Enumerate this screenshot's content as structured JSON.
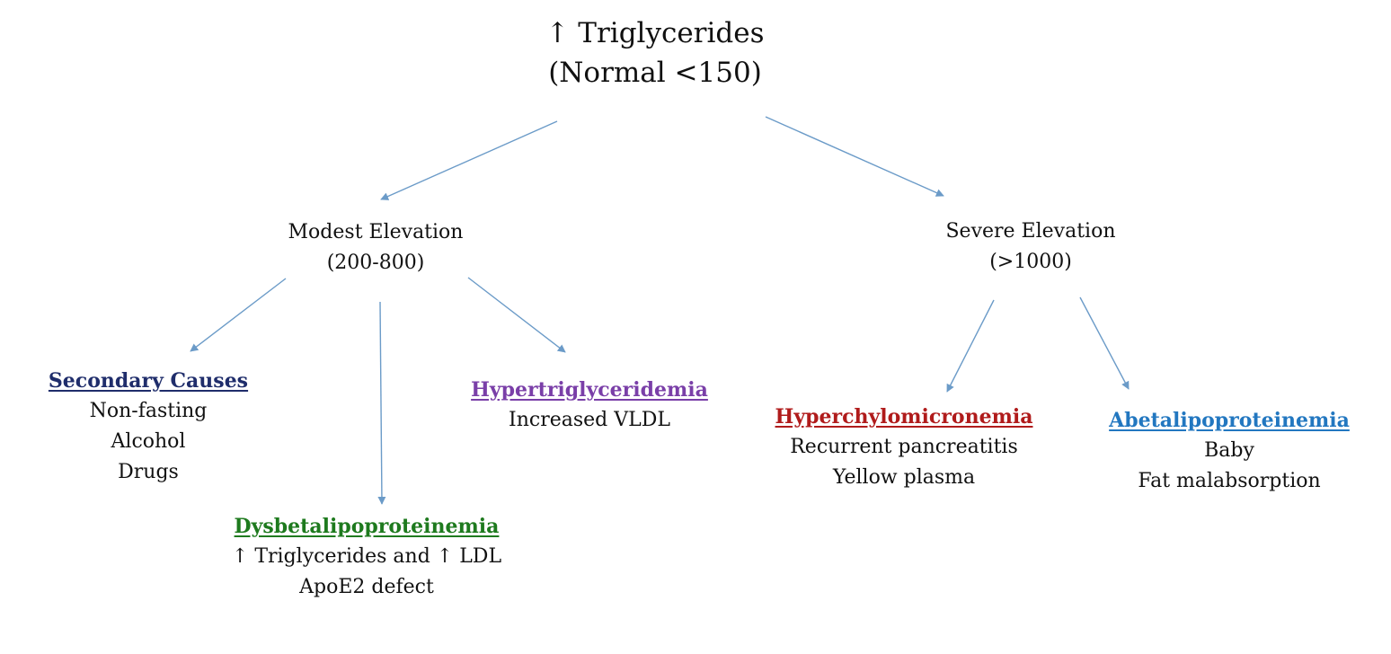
{
  "colors": {
    "arrow": "#6b9bc8",
    "secondary_causes": "#1f2d6b",
    "dysbetalipoproteinemia": "#1e7a1e",
    "hypertriglyceridemia": "#7a3fa8",
    "hyperchylomicronemia": "#b01b1b",
    "abetalipoproteinemia": "#2277c0",
    "text": "#111111"
  },
  "root": {
    "line1": "↑ Triglycerides",
    "line2": "(Normal <150)"
  },
  "modest": {
    "line1": "Modest Elevation",
    "line2": "(200-800)"
  },
  "severe": {
    "line1": "Severe Elevation",
    "line2": "(>1000)"
  },
  "secondary_causes": {
    "title": "Secondary Causes",
    "items": [
      "Non-fasting",
      "Alcohol",
      "Drugs"
    ]
  },
  "dysbetalipoproteinemia": {
    "title": "Dysbetalipoproteinemia",
    "items": [
      "↑ Triglycerides and ↑ LDL",
      "ApoE2 defect"
    ]
  },
  "hypertriglyceridemia": {
    "title": "Hypertriglyceridemia",
    "items": [
      "Increased VLDL"
    ]
  },
  "hyperchylomicronemia": {
    "title": "Hyperchylomicronemia",
    "items": [
      "Recurrent pancreatitis",
      "Yellow plasma"
    ]
  },
  "abetalipoproteinemia": {
    "title": "Abetalipoproteinemia",
    "items": [
      "Baby",
      "Fat malabsorption"
    ]
  }
}
